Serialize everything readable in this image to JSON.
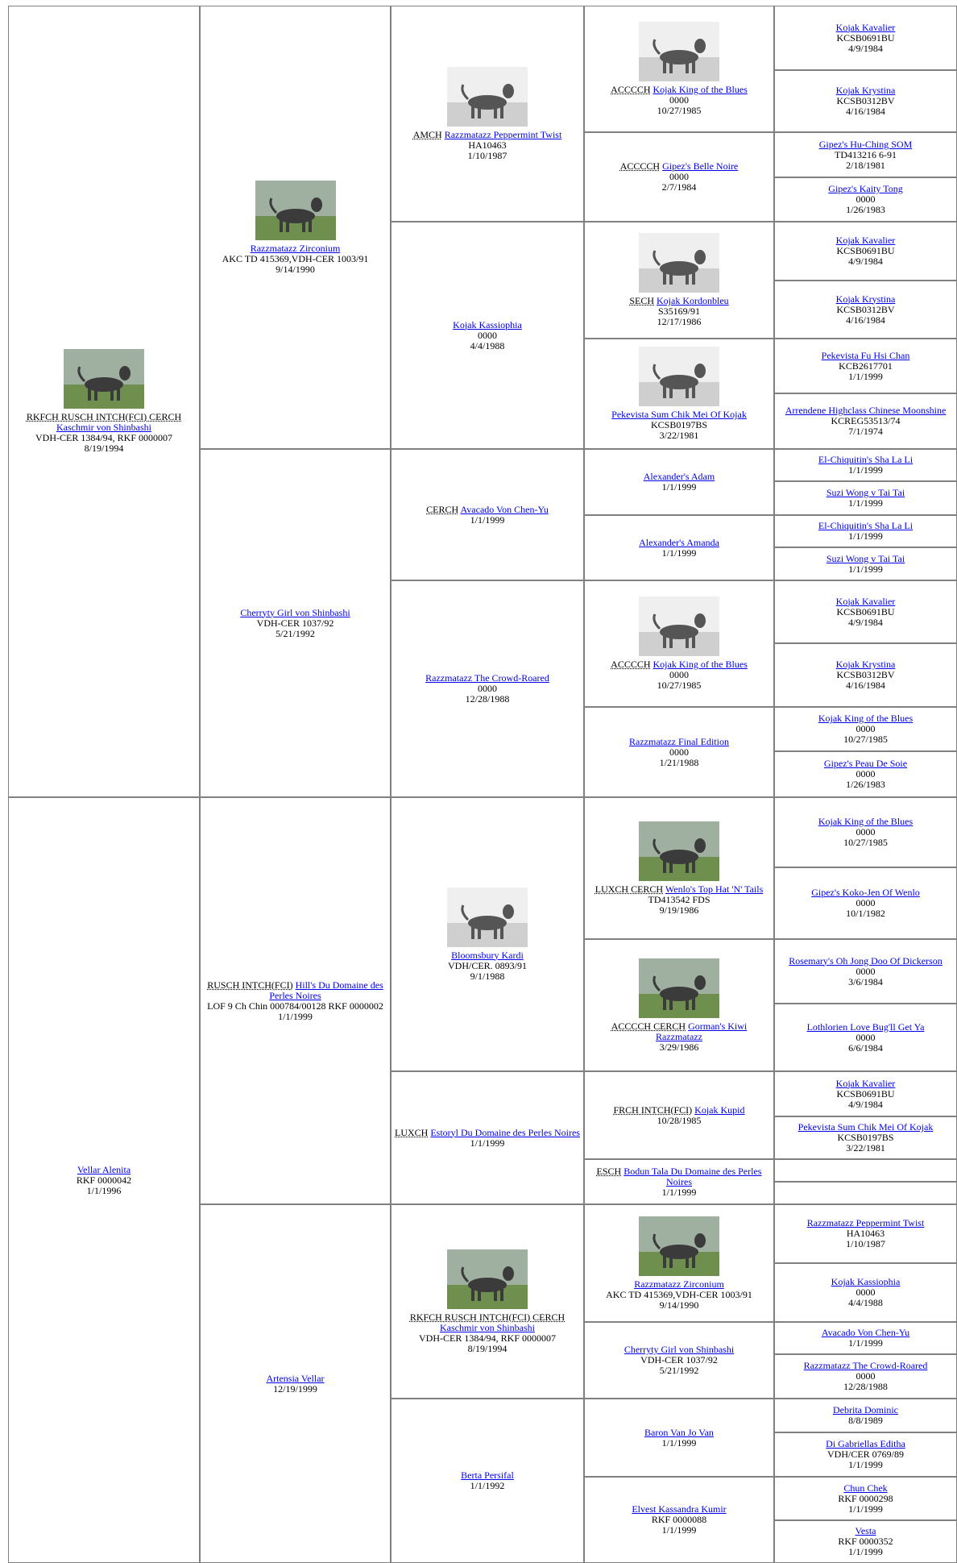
{
  "pedigree": {
    "gen1": [
      {
        "titles": "RKFCH RUSCH INTCH(FCI) CERCH",
        "name": "Kaschmir von Shinbashi",
        "reg": "VDH-CER 1384/94, RKF 0000007",
        "dob": "8/19/1994",
        "photo": "dog-photo-color"
      },
      {
        "titles": "",
        "name": "Vellar Alenita",
        "reg": "RKF 0000042",
        "dob": "1/1/1996"
      }
    ],
    "gen2": [
      {
        "titles": "",
        "name": "Razzmatazz Zirconium",
        "reg": "AKC TD 415369,VDH-CER 1003/91",
        "dob": "9/14/1990",
        "photo": "dog-photo-color"
      },
      {
        "titles": "",
        "name": "Cherryty Girl von Shinbashi",
        "reg": "VDH-CER 1037/92",
        "dob": "5/21/1992"
      },
      {
        "titles": "RUSCH INTCH(FCI)",
        "name": "Hill's Du Domaine des Perles Noires",
        "reg": "LOF 9 Ch Chin 000784/00128 RKF 0000002",
        "dob": "1/1/1999"
      },
      {
        "titles": "",
        "name": "Artensia Vellar",
        "reg": "",
        "dob": "12/19/1999"
      }
    ],
    "gen3": [
      {
        "titles": "AMCH",
        "name": "Razzmatazz Peppermint Twist",
        "reg": "HA10463",
        "dob": "1/10/1987",
        "photo": "dog-photo-bw"
      },
      {
        "titles": "",
        "name": "Kojak Kassiophia",
        "reg": "0000",
        "dob": "4/4/1988"
      },
      {
        "titles": "CERCH",
        "name": "Avacado Von Chen-Yu",
        "reg": "",
        "dob": "1/1/1999"
      },
      {
        "titles": "",
        "name": "Razzmatazz The Crowd-Roared",
        "reg": "0000",
        "dob": "12/28/1988"
      },
      {
        "titles": "",
        "name": "Bloomsbury Kardi",
        "reg": "VDH/CER. 0893/91",
        "dob": "9/1/1988",
        "photo": "dog-photo-bw"
      },
      {
        "titles": "LUXCH",
        "name": "Estoryl Du Domaine des Perles Noires",
        "reg": "",
        "dob": "1/1/1999"
      },
      {
        "titles": "RKFCH RUSCH INTCH(FCI) CERCH",
        "name": "Kaschmir von Shinbashi",
        "reg": "VDH-CER 1384/94, RKF 0000007",
        "dob": "8/19/1994",
        "photo": "dog-photo-color"
      },
      {
        "titles": "",
        "name": "Berta Persifal",
        "reg": "",
        "dob": "1/1/1992"
      }
    ],
    "gen4": [
      {
        "titles": "ACCCCH",
        "name": "Kojak King of the Blues",
        "reg": "0000",
        "dob": "10/27/1985",
        "photo": "dog-photo-bw"
      },
      {
        "titles": "ACCCCH",
        "name": "Gipez's Belle Noire",
        "reg": "0000",
        "dob": "2/7/1984"
      },
      {
        "titles": "SECH",
        "name": "Kojak Kordonbleu",
        "reg": "S35169/91",
        "dob": "12/17/1986",
        "photo": "dog-photo-bw"
      },
      {
        "titles": "",
        "name": "Pekevista Sum Chik Mei Of Kojak",
        "reg": "KCSB0197BS",
        "dob": "3/22/1981",
        "photo": "dog-photo-bw"
      },
      {
        "titles": "",
        "name": "Alexander's Adam",
        "reg": "",
        "dob": "1/1/1999"
      },
      {
        "titles": "",
        "name": "Alexander's Amanda",
        "reg": "",
        "dob": "1/1/1999"
      },
      {
        "titles": "ACCCCH",
        "name": "Kojak King of the Blues",
        "reg": "0000",
        "dob": "10/27/1985",
        "photo": "dog-photo-bw"
      },
      {
        "titles": "",
        "name": "Razzmatazz Final Edition",
        "reg": "0000",
        "dob": "1/21/1988"
      },
      {
        "titles": "LUXCH CERCH",
        "name": "Wenlo's Top Hat 'N' Tails",
        "reg": "TD413542 FDS",
        "dob": "9/19/1986",
        "photo": "dog-photo-color"
      },
      {
        "titles": "ACCCCH CERCH",
        "name": "Gorman's Kiwi Razzmatazz",
        "reg": "",
        "dob": "3/29/1986",
        "photo": "dog-photo-color"
      },
      {
        "titles": "FRCH INTCH(FCI)",
        "name": "Kojak Kupid",
        "reg": "",
        "dob": "10/28/1985"
      },
      {
        "titles": "ESCH",
        "name": "Bodun Tala Du Domaine des Perles Noires",
        "reg": "",
        "dob": "1/1/1999"
      },
      {
        "titles": "",
        "name": "Razzmatazz Zirconium",
        "reg": "AKC TD 415369,VDH-CER 1003/91",
        "dob": "9/14/1990",
        "photo": "dog-photo-color"
      },
      {
        "titles": "",
        "name": "Cherryty Girl von Shinbashi",
        "reg": "VDH-CER 1037/92",
        "dob": "5/21/1992"
      },
      {
        "titles": "",
        "name": "Baron Van Jo Van",
        "reg": "",
        "dob": "1/1/1999"
      },
      {
        "titles": "",
        "name": "Elvest Kassandra Kumir",
        "reg": "RKF 0000088",
        "dob": "1/1/1999"
      }
    ],
    "gen5": [
      {
        "titles": "",
        "name": "Kojak Kavalier",
        "reg": "KCSB0691BU",
        "dob": "4/9/1984"
      },
      {
        "titles": "",
        "name": "Kojak Krystina",
        "reg": "KCSB0312BV",
        "dob": "4/16/1984"
      },
      {
        "titles": "",
        "name": "Gipez's Hu-Ching SOM",
        "reg": "TD413216 6-91",
        "dob": "2/18/1981"
      },
      {
        "titles": "",
        "name": "Gipez's Kaity Tong",
        "reg": "0000",
        "dob": "1/26/1983"
      },
      {
        "titles": "",
        "name": "Kojak Kavalier",
        "reg": "KCSB0691BU",
        "dob": "4/9/1984"
      },
      {
        "titles": "",
        "name": "Kojak Krystina",
        "reg": "KCSB0312BV",
        "dob": "4/16/1984"
      },
      {
        "titles": "",
        "name": "Pekevista Fu Hsi Chan",
        "reg": "KCB2617701",
        "dob": "1/1/1999"
      },
      {
        "titles": "",
        "name": "Arrendene Highclass Chinese Moonshine",
        "reg": "KCREG53513/74",
        "dob": "7/1/1974"
      },
      {
        "titles": "",
        "name": "El-Chiquitin's Sha La Li",
        "reg": "",
        "dob": "1/1/1999"
      },
      {
        "titles": "",
        "name": "Suzi Wong v Tai Tai",
        "reg": "",
        "dob": "1/1/1999"
      },
      {
        "titles": "",
        "name": "El-Chiquitin's Sha La Li",
        "reg": "",
        "dob": "1/1/1999"
      },
      {
        "titles": "",
        "name": "Suzi Wong v Tai Tai",
        "reg": "",
        "dob": "1/1/1999"
      },
      {
        "titles": "",
        "name": "Kojak Kavalier",
        "reg": "KCSB0691BU",
        "dob": "4/9/1984"
      },
      {
        "titles": "",
        "name": "Kojak Krystina",
        "reg": "KCSB0312BV",
        "dob": "4/16/1984"
      },
      {
        "titles": "",
        "name": "Kojak King of the Blues",
        "reg": "0000",
        "dob": "10/27/1985"
      },
      {
        "titles": "",
        "name": "Gipez's Peau De Soie",
        "reg": "0000",
        "dob": "1/26/1983"
      },
      {
        "titles": "",
        "name": "Kojak King of the Blues",
        "reg": "0000",
        "dob": "10/27/1985"
      },
      {
        "titles": "",
        "name": "Gipez's Koko-Jen Of Wenlo",
        "reg": "0000",
        "dob": "10/1/1982"
      },
      {
        "titles": "",
        "name": "Rosemary's Oh Jong Doo Of Dickerson",
        "reg": "0000",
        "dob": "3/6/1984"
      },
      {
        "titles": "",
        "name": "Lothlorien Love Bug'll Get Ya",
        "reg": "0000",
        "dob": "6/6/1984"
      },
      {
        "titles": "",
        "name": "Kojak Kavalier",
        "reg": "KCSB0691BU",
        "dob": "4/9/1984"
      },
      {
        "titles": "",
        "name": "Pekevista Sum Chik Mei Of Kojak",
        "reg": "KCSB0197BS",
        "dob": "3/22/1981"
      },
      {
        "titles": "",
        "name": "",
        "reg": "",
        "dob": ""
      },
      {
        "titles": "",
        "name": "",
        "reg": "",
        "dob": ""
      },
      {
        "titles": "",
        "name": "Razzmatazz Peppermint Twist",
        "reg": "HA10463",
        "dob": "1/10/1987"
      },
      {
        "titles": "",
        "name": "Kojak Kassiophia",
        "reg": "0000",
        "dob": "4/4/1988"
      },
      {
        "titles": "",
        "name": "Avacado Von Chen-Yu",
        "reg": "",
        "dob": "1/1/1999"
      },
      {
        "titles": "",
        "name": "Razzmatazz The Crowd-Roared",
        "reg": "0000",
        "dob": "12/28/1988"
      },
      {
        "titles": "",
        "name": "Debrita Dominic",
        "reg": "",
        "dob": "8/8/1989"
      },
      {
        "titles": "",
        "name": "Di Gabriellas Editha",
        "reg": "VDH/CER 0769/89",
        "dob": "1/1/1999"
      },
      {
        "titles": "",
        "name": "Chun Chek",
        "reg": "RKF 0000298",
        "dob": "1/1/1999"
      },
      {
        "titles": "",
        "name": "Vesta",
        "reg": "RKF 0000352",
        "dob": "1/1/1999"
      }
    ]
  }
}
